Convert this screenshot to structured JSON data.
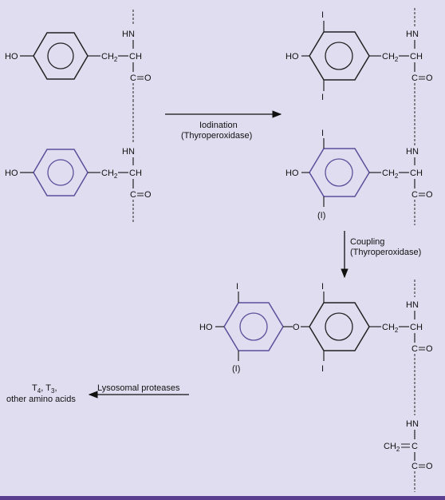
{
  "colors": {
    "background": "#e1ddf0",
    "black_ring": "#222222",
    "purple_ring": "#5a4f9a",
    "bottom_bar": "#5a3d8e"
  },
  "atoms": {
    "HO": "HO",
    "HN": "HN",
    "CH": "CH",
    "CH2_main": "CH",
    "CH2_sub": "2",
    "CO": "C",
    "O": "O",
    "I": "I",
    "I_paren": "(I)",
    "bridge_O": "O"
  },
  "steps": {
    "iodination_name": "Iodination",
    "iodination_enzyme": "(Thyroperoxidase)",
    "coupling_name": "Coupling",
    "coupling_enzyme": "(Thyroperoxidase)",
    "proteolysis_name": "Lysosomal proteases"
  },
  "products": {
    "t4_main": "T",
    "t4_sub": "4",
    "t3_main": "T",
    "t3_sub": "3",
    "comma": ",",
    "other": "other amino acids"
  },
  "dehydro": {
    "CH2_main": "CH",
    "CH2_sub": "2"
  }
}
